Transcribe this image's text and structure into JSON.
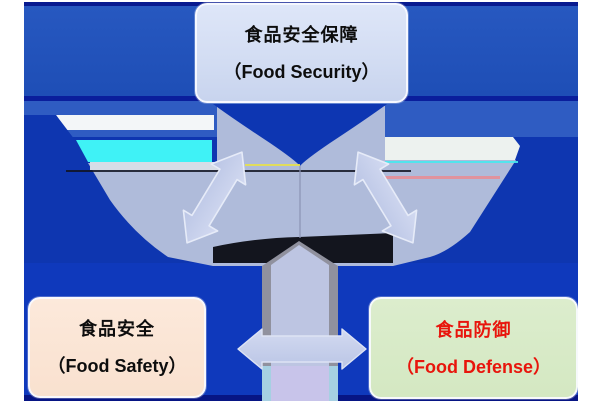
{
  "diagram": {
    "type": "relationship-diagram",
    "boxes": {
      "security": {
        "jp": "食品安全保障",
        "en": "（Food Security）",
        "fill": "#d3ddf3",
        "text_color": "#0d0d0d"
      },
      "safety": {
        "jp": "食品安全",
        "en": "（Food Safety）",
        "fill": "#f9e1cf",
        "text_color": "#0d0d0d"
      },
      "defense": {
        "jp": "食品防御",
        "en": "（Food Defense）",
        "fill": "#d4e8c2",
        "text_color": "#e8150c"
      }
    },
    "arrows": [
      {
        "name": "security-safety-arrow",
        "style": "double-headed-diagonal",
        "color": "#c6cfea"
      },
      {
        "name": "security-defense-arrow",
        "style": "double-headed-diagonal",
        "color": "#c6cfea"
      },
      {
        "name": "safety-defense-arrow",
        "style": "double-headed-horizontal",
        "color": "#bdc7e5"
      },
      {
        "name": "vertical-flow-arrow",
        "style": "upward-shaft",
        "color": "#bdc5e2"
      }
    ],
    "background_colors": {
      "top_band_blue": "#2254bc",
      "mid_band_blue": "#2f5cc2",
      "dark_blue": "#0e36b0",
      "bottom_blue": "#0f39bc",
      "navy_edge": "#081a90",
      "cyan_strip": "#3ff2f6",
      "white_strip": "#edf2ef",
      "lavender_bowl": "#afbbda",
      "shadow_band": "#13151e"
    }
  }
}
